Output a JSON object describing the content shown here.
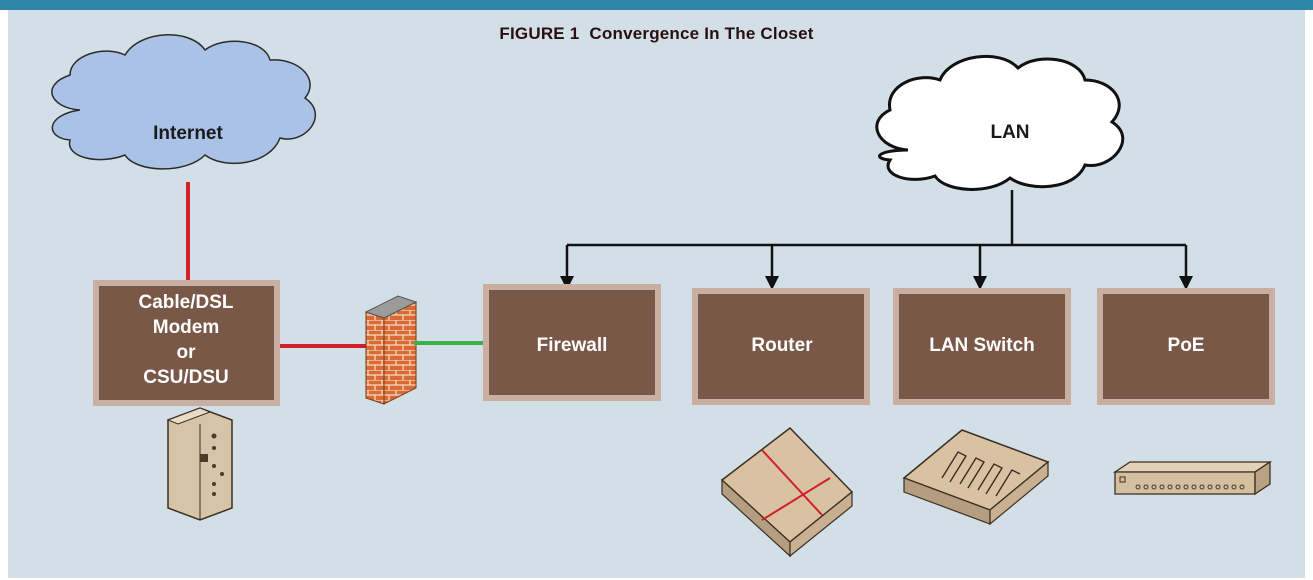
{
  "figure": {
    "number": "FIGURE 1",
    "title": "Convergence In The Closet"
  },
  "clouds": {
    "internet": "Internet",
    "lan": "LAN"
  },
  "modem_box": {
    "line1": "Cable/DSL",
    "line2": "Modem",
    "line3": "or",
    "line4": "CSU/DSU"
  },
  "devices": {
    "firewall": "Firewall",
    "router": "Router",
    "lan_switch": "LAN Switch",
    "poe": "PoE"
  },
  "colors": {
    "top_bar": "#2e86a9",
    "background": "#d3dfe7",
    "box": "#7a5848",
    "box_border": "#c9aea2",
    "red_link": "#d0202c",
    "green_link": "#3cb04a",
    "internet_cloud": "#a9c2e6"
  }
}
